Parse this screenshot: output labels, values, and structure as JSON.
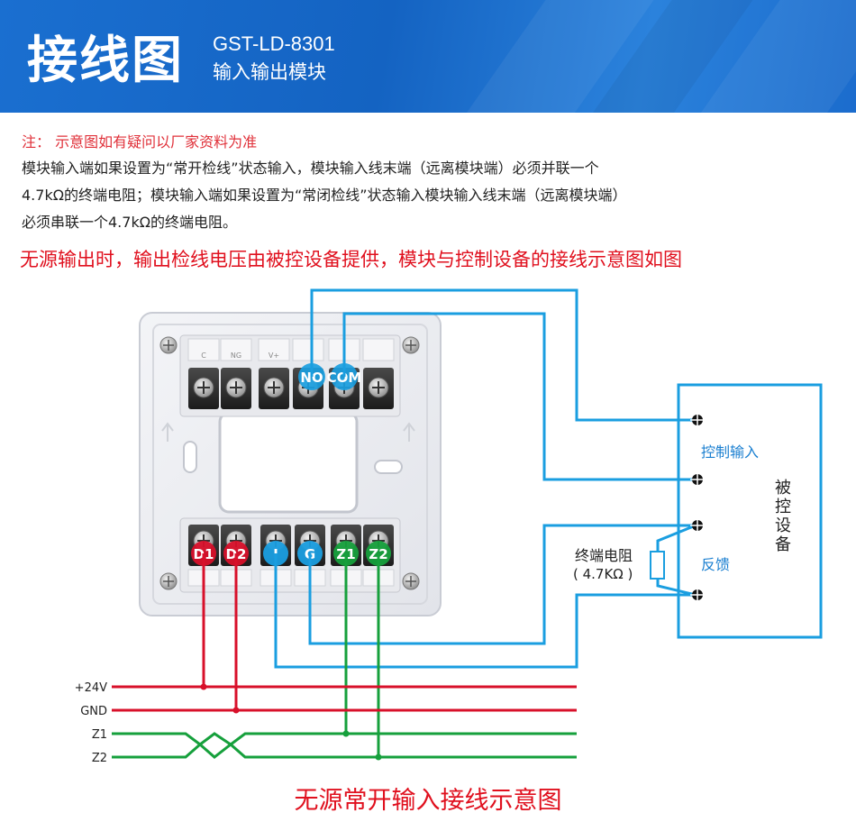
{
  "header": {
    "title": "接线图",
    "model": "GST-LD-8301",
    "subtitle": "输入输出模块"
  },
  "note": {
    "head": "注：   示意图如有疑问以厂家资料为准",
    "body": "模块输入端如果设置为“常开检线”状态输入，模块输入线末端（远离模块端）必须并联一个\n4.7kΩ的终端电阻；模块输入端如果设置为“常闭检线”状态输入模块输入线末端（远离模块端）\n必须串联一个4.7kΩ的终端电阻。",
    "red_line": "无源输出时，输出检线电压由被控设备提供，模块与控制设备的接线示意图如图"
  },
  "module": {
    "top_terminal_marks": [
      "C",
      "NG",
      "V+",
      "",
      "",
      ""
    ],
    "top_labels": [
      "NO",
      "COM"
    ],
    "bottom_labels": [
      "D1",
      "D2",
      "I",
      "G",
      "Z1",
      "Z2"
    ]
  },
  "device": {
    "name": "被控设备",
    "control_input": "控制输入",
    "feedback": "反馈",
    "resistor_label": "终端电阻",
    "resistor_value": "( 4.7KΩ )"
  },
  "bus": {
    "lines": [
      "+24V",
      "GND",
      "Z1",
      "Z2"
    ]
  },
  "caption": "无源常开输入接线示意图",
  "colors": {
    "blue_wire": "#1a9ee0",
    "red_wire": "#d8102a",
    "green_wire": "#16a03c",
    "banner": "#1565c8"
  }
}
